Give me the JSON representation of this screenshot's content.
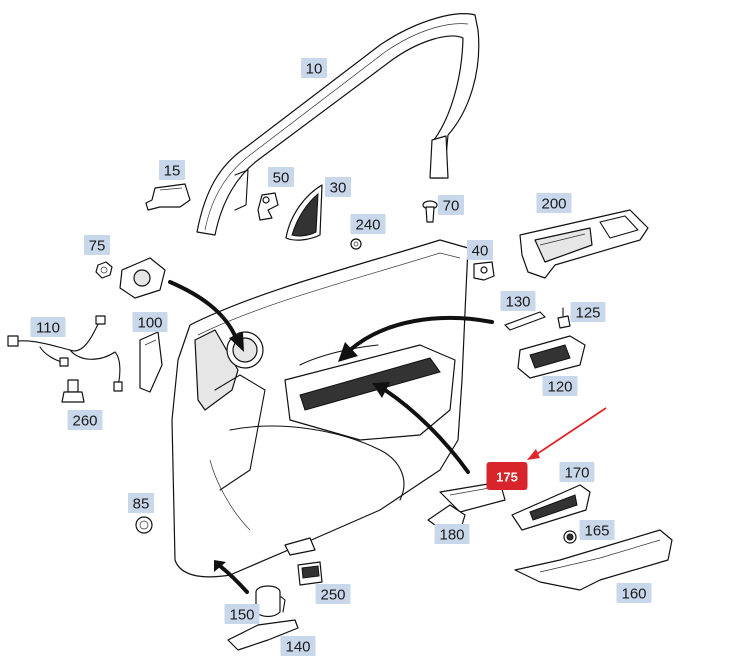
{
  "callouts": [
    {
      "id": "10",
      "label": "10"
    },
    {
      "id": "15",
      "label": "15"
    },
    {
      "id": "50",
      "label": "50"
    },
    {
      "id": "30",
      "label": "30"
    },
    {
      "id": "70",
      "label": "70"
    },
    {
      "id": "200",
      "label": "200"
    },
    {
      "id": "240",
      "label": "240"
    },
    {
      "id": "75",
      "label": "75"
    },
    {
      "id": "40",
      "label": "40"
    },
    {
      "id": "110",
      "label": "110"
    },
    {
      "id": "100",
      "label": "100"
    },
    {
      "id": "130",
      "label": "130"
    },
    {
      "id": "125",
      "label": "125"
    },
    {
      "id": "120",
      "label": "120"
    },
    {
      "id": "260",
      "label": "260"
    },
    {
      "id": "175",
      "label": "175",
      "highlighted": true
    },
    {
      "id": "170",
      "label": "170"
    },
    {
      "id": "85",
      "label": "85"
    },
    {
      "id": "180",
      "label": "180"
    },
    {
      "id": "165",
      "label": "165"
    },
    {
      "id": "250",
      "label": "250"
    },
    {
      "id": "150",
      "label": "150"
    },
    {
      "id": "160",
      "label": "160"
    },
    {
      "id": "140",
      "label": "140"
    }
  ],
  "colors": {
    "callout_bg": "#c9d7ea",
    "highlight_bg": "#d8242b",
    "highlight_arrow": "#e0262b"
  }
}
